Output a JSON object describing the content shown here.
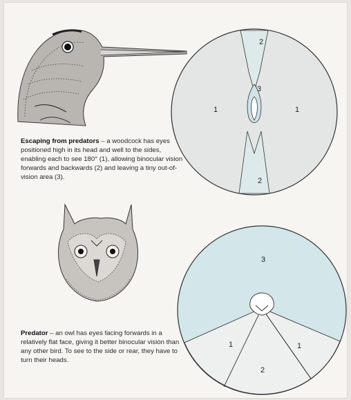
{
  "woodcock": {
    "caption_title": "Escaping from predators",
    "caption_body": " – a woodcock has eyes positioned high in its head and well to the sides, enabling each to see 180° (1), allowing binocular vision forwards and backwards (2) and leaving a tiny out-of-vision area (3).",
    "labels": {
      "left_field": "1",
      "right_field": "1",
      "front_binocular": "2",
      "rear_binocular": "2",
      "blind_area": "3"
    }
  },
  "owl": {
    "caption_title": "Predator",
    "caption_body": " – an owl has eyes facing forwards in a relatively flat face, giving it better binocular vision than any other bird. To see to the side or rear, they have to turn their heads.",
    "labels": {
      "blind_area": "3",
      "left_field": "1",
      "right_field": "1",
      "binocular": "2"
    }
  },
  "colors": {
    "page": "#f6f5f2",
    "field": "#e2e5e4",
    "blind": "#d3e6e9",
    "binocular_light": "#eef0ef",
    "ink": "#2a2a2a"
  }
}
